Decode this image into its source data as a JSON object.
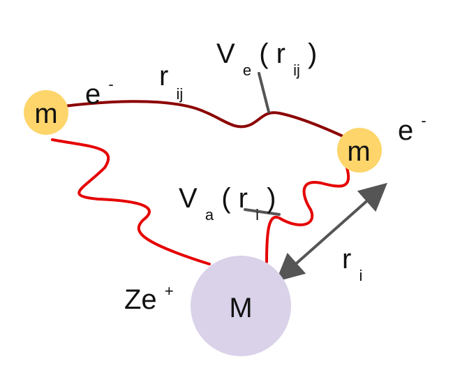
{
  "colors": {
    "electron_fill": "#fdd56b",
    "nucleus_fill": "#d9d2e9",
    "electron_electron_line": "#8b0000",
    "electron_nucleus_line": "#e60000",
    "pointer_line": "#555555",
    "text": "#111111"
  },
  "electron1": {
    "mass": "m",
    "charge_base": "e",
    "charge_sup": "-"
  },
  "electron2": {
    "mass": "m",
    "charge_base": "e",
    "charge_sup": "-"
  },
  "nucleus": {
    "mass": "M",
    "charge_base": "Ze",
    "charge_sup": "+"
  },
  "rij": {
    "base": "r",
    "sub": "ij"
  },
  "Ve": {
    "base": "V",
    "sub": "e",
    "open": "(",
    "arg_base": "r",
    "arg_sub": "ij",
    "close": ")"
  },
  "Va": {
    "base": "V",
    "sub": "a",
    "open": "(",
    "arg_base": "r",
    "arg_sub": "i",
    "close": ")"
  },
  "ri": {
    "base": "r",
    "sub": "i"
  }
}
